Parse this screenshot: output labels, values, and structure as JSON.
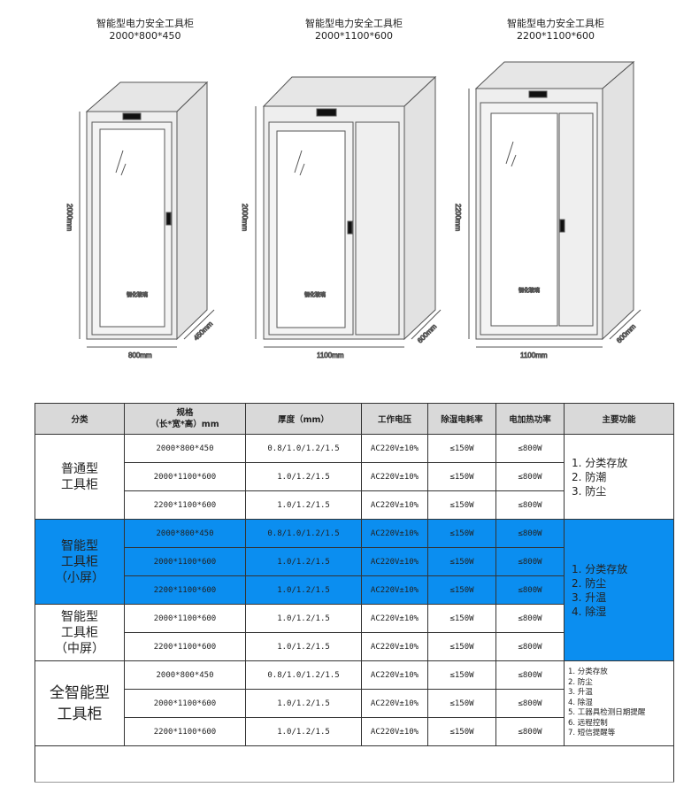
{
  "cabinets": [
    {
      "title": "智能型电力安全工具柜",
      "size": "2000*800*450",
      "height": "2000mm",
      "width": "800mm",
      "depth": "450mm",
      "glass": "钢化玻璃"
    },
    {
      "title": "智能型电力安全工具柜",
      "size": "2000*1100*600",
      "height": "2000mm",
      "width": "1100mm",
      "depth": "600mm",
      "glass": "钢化玻璃"
    },
    {
      "title": "智能型电力安全工具柜",
      "size": "2200*1100*600",
      "height": "2200mm",
      "width": "1100mm",
      "depth": "600mm",
      "glass": "钢化玻璃"
    }
  ],
  "table": {
    "headers": [
      "分类",
      "规格\n（长*宽*高）mm",
      "厚度（mm）",
      "工作电压",
      "除湿电耗率",
      "电加热功率",
      "主要功能"
    ],
    "groups": [
      {
        "name": "普通型\n工具柜",
        "rows": [
          [
            "2000*800*450",
            "0.8/1.0/1.2/1.5",
            "AC220V±10%",
            "≤150W",
            "≤800W"
          ],
          [
            "2000*1100*600",
            "1.0/1.2/1.5",
            "AC220V±10%",
            "≤150W",
            "≤800W"
          ],
          [
            "2200*1100*600",
            "1.0/1.2/1.5",
            "AC220V±10%",
            "≤150W",
            "≤800W"
          ]
        ],
        "functions": "1. 分类存放\n2. 防潮\n3. 防尘"
      },
      {
        "name": "智能型\n工具柜\n（小屏）",
        "rows": [
          [
            "2000*800*450",
            "0.8/1.0/1.2/1.5",
            "AC220V±10%",
            "≤150W",
            "≤800W"
          ],
          [
            "2000*1100*600",
            "1.0/1.2/1.5",
            "AC220V±10%",
            "≤150W",
            "≤800W"
          ],
          [
            "2200*1100*600",
            "1.0/1.2/1.5",
            "AC220V±10%",
            "≤150W",
            "≤800W"
          ]
        ],
        "functions": "1. 分类存放\n2. 防尘\n3. 升温\n4. 除湿"
      },
      {
        "name": "智能型\n工具柜\n（中屏）",
        "rows": [
          [
            "2000*1100*600",
            "1.0/1.2/1.5",
            "AC220V±10%",
            "≤150W",
            "≤800W"
          ],
          [
            "2200*1100*600",
            "1.0/1.2/1.5",
            "AC220V±10%",
            "≤150W",
            "≤800W"
          ]
        ]
      },
      {
        "name": "全智能型\n工具柜",
        "rows": [
          [
            "2000*800*450",
            "0.8/1.0/1.2/1.5",
            "AC220V±10%",
            "≤150W",
            "≤800W"
          ],
          [
            "2000*1100*600",
            "1.0/1.2/1.5",
            "AC220V±10%",
            "≤150W",
            "≤800W"
          ],
          [
            "2200*1100*600",
            "1.0/1.2/1.5",
            "AC220V±10%",
            "≤150W",
            "≤800W"
          ]
        ],
        "functions": "1. 分类存放\n2. 防尘\n3. 升温\n4. 除湿\n5. 工器具检测日期提醒\n6. 远程控制\n7. 短信提醒等"
      }
    ]
  },
  "colors": {
    "highlight": "#0b8ef0",
    "header": "#d9d9d9"
  }
}
